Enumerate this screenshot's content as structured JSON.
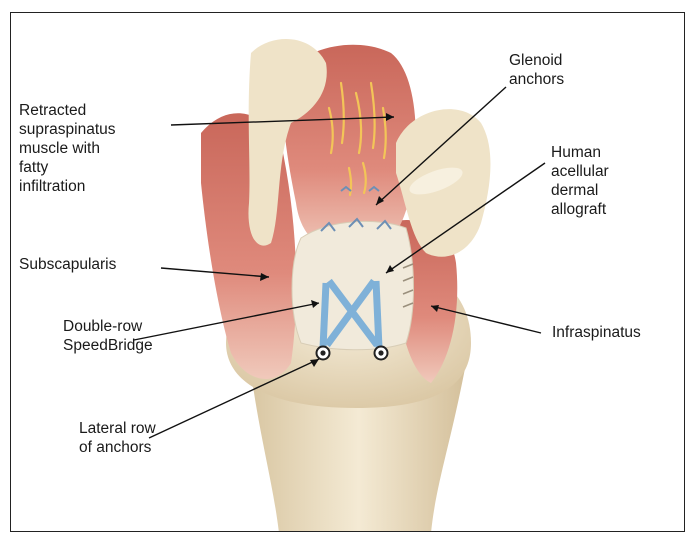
{
  "labels": {
    "retracted": "Retracted\nsupraspinatus\nmuscle with\nfatty\ninfiltration",
    "glenoid": "Glenoid\nanchors",
    "allograft": "Human\nacellular\ndermal\nallograft",
    "subscapularis": "Subscapularis",
    "speedbridge": "Double-row\nSpeedBridge",
    "infraspinatus": "Infraspinatus",
    "lateral": "Lateral row\nof anchors"
  },
  "colors": {
    "bone": "#eee1c6",
    "bone_shadow": "#c9b48d",
    "muscle": "#d77a6a",
    "muscle_dark": "#b5564a",
    "fat": "#f3c558",
    "graft": "#f2ebdd",
    "tape": "#7fb1d8",
    "line": "#111111"
  }
}
